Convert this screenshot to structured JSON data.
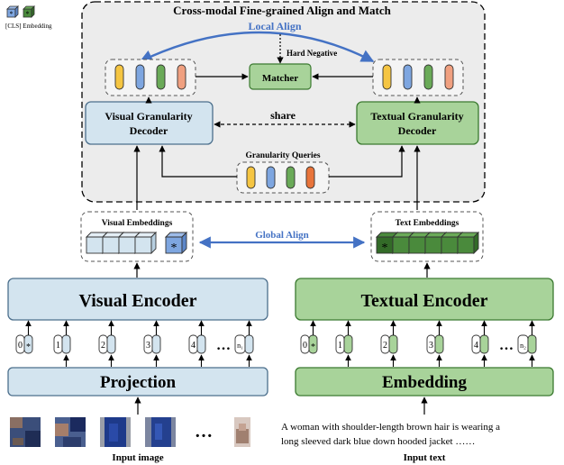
{
  "legend": {
    "cls_label": "[CLS] Embedding"
  },
  "fine_module": {
    "title": "Cross-modal Fine-grained Align and Match",
    "local_align": "Local Align",
    "hard_negative": "Hard Negative",
    "matcher": "Matcher",
    "visual_decoder_line1": "Visual Granularity",
    "visual_decoder_line2": "Decoder",
    "textual_decoder_line1": "Textual Granularity",
    "textual_decoder_line2": "Decoder",
    "share": "share",
    "granularity_queries": "Granularity Queries"
  },
  "visual_embeddings": {
    "label": "Visual Embeddings",
    "cls_mark": "*"
  },
  "text_embeddings": {
    "label": "Text Embeddings",
    "cls_mark": "*"
  },
  "global_align": "Global Align",
  "visual_encoder": "Visual Encoder",
  "textual_encoder": "Textual Encoder",
  "projection": "Projection",
  "embedding": "Embedding",
  "visual_tokens": [
    "0",
    "1",
    "2",
    "3",
    "4",
    "n₁"
  ],
  "text_tokens": [
    "0",
    "1",
    "2",
    "3",
    "4",
    "n₂"
  ],
  "cls_mark": "*",
  "ellipsis": "…",
  "input_image_caption": "Input image",
  "input_text_line1": "A woman with shoulder-length brown hair is wearing  a",
  "input_text_line2": "long sleeved dark blue down hooded jacket ……",
  "input_text_caption": "Input text",
  "colors": {
    "visual_fill": "#d3e4ef",
    "visual_stroke": "#4c6f8c",
    "text_fill": "#a8d39a",
    "text_stroke": "#3b7a30",
    "dark_green": "#4a8a3c",
    "align_blue": "#4472c4",
    "module_bg": "#ececec",
    "query_yellow": "#f5c542",
    "query_blue": "#7ea6e0",
    "query_green": "#6aaa58",
    "query_orange": "#e8743b"
  }
}
